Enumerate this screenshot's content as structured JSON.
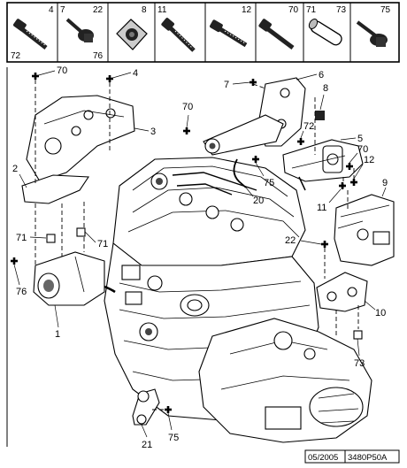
{
  "fastener_panel": {
    "cells": [
      {
        "top_left": "4",
        "bottom_left": "72",
        "icon": "bolt-icon"
      },
      {
        "top_left": "7",
        "top_right": "22",
        "bottom_right": "76",
        "icon": "flange-bolt-icon"
      },
      {
        "top_right": "8",
        "icon": "square-nut-icon"
      },
      {
        "top_left": "11",
        "icon": "bolt-icon"
      },
      {
        "top_right": "12",
        "icon": "bolt-icon"
      },
      {
        "top_right": "70",
        "icon": "bolt-icon"
      },
      {
        "top_left": "71",
        "icon": "rubber-stop-icon"
      },
      {
        "top_left": "73",
        "icon": "flange-bolt-icon"
      },
      {
        "top_right": "75",
        "icon": "flange-bolt-icon"
      }
    ]
  },
  "callouts": {
    "c1": "1",
    "c2": "2",
    "c3": "3",
    "c4": "4",
    "c5": "5",
    "c6": "6",
    "c7": "7",
    "c8": "8",
    "c9": "9",
    "c10": "10",
    "c11": "11",
    "c12": "12",
    "c20": "20",
    "c21": "21",
    "c22": "22",
    "c70a": "70",
    "c70b": "70",
    "c70c": "70",
    "c71a": "71",
    "c71b": "71",
    "c72": "72",
    "c73": "73",
    "c75a": "75",
    "c75b": "75",
    "c76": "76"
  },
  "footer": {
    "date": "05/2005",
    "reference": "3480P50A"
  }
}
